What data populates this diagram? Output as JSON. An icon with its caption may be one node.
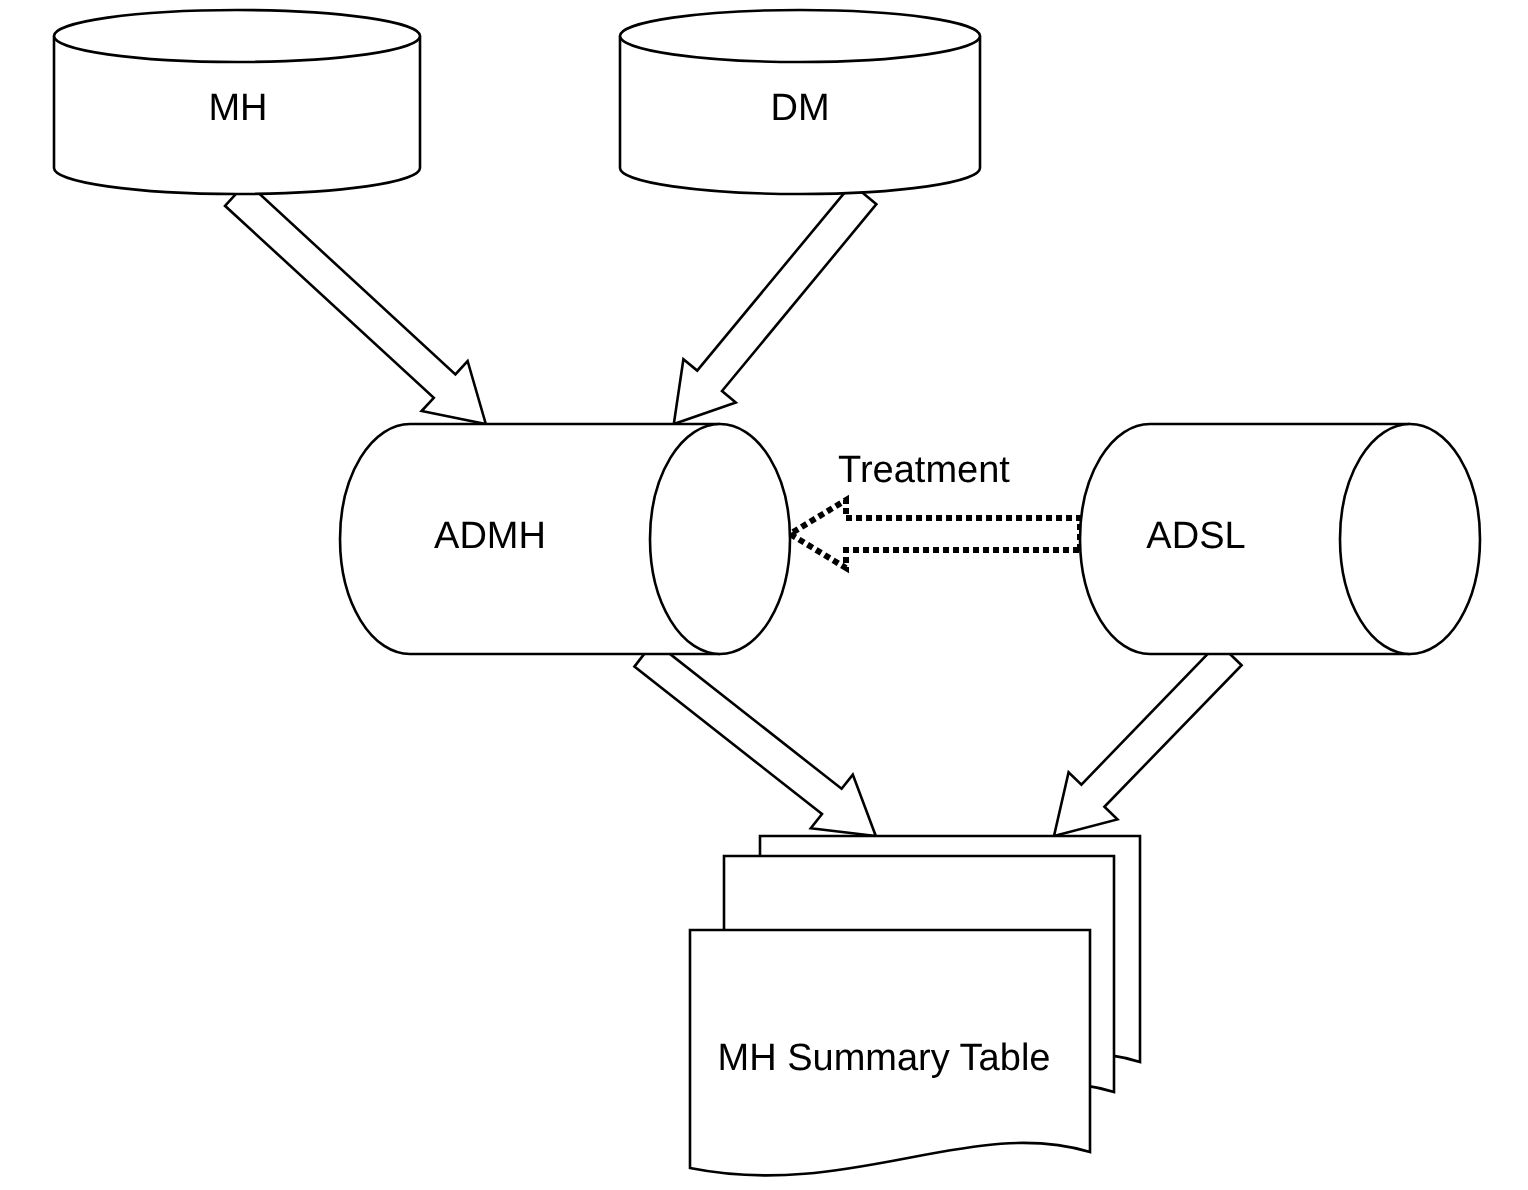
{
  "diagram": {
    "nodes": [
      {
        "text": [
          "MH"
        ]
      },
      {
        "text": [
          "DM"
        ]
      },
      {
        "text": [
          "ADMH"
        ]
      },
      {
        "text": [
          "ADSL"
        ]
      },
      {
        "text": [
          "MH Summary Table"
        ]
      }
    ],
    "edges": [
      {
        "from": 0,
        "to": 2,
        "arrow": "to"
      },
      {
        "from": 1,
        "to": 2,
        "arrow": "to"
      },
      {
        "from": 3,
        "to": 2,
        "arrow": "to",
        "label": "Treatment",
        "style": "dashed"
      },
      {
        "from": 2,
        "to": 4,
        "arrow": "to"
      },
      {
        "from": 3,
        "to": 4,
        "arrow": "to"
      }
    ]
  }
}
